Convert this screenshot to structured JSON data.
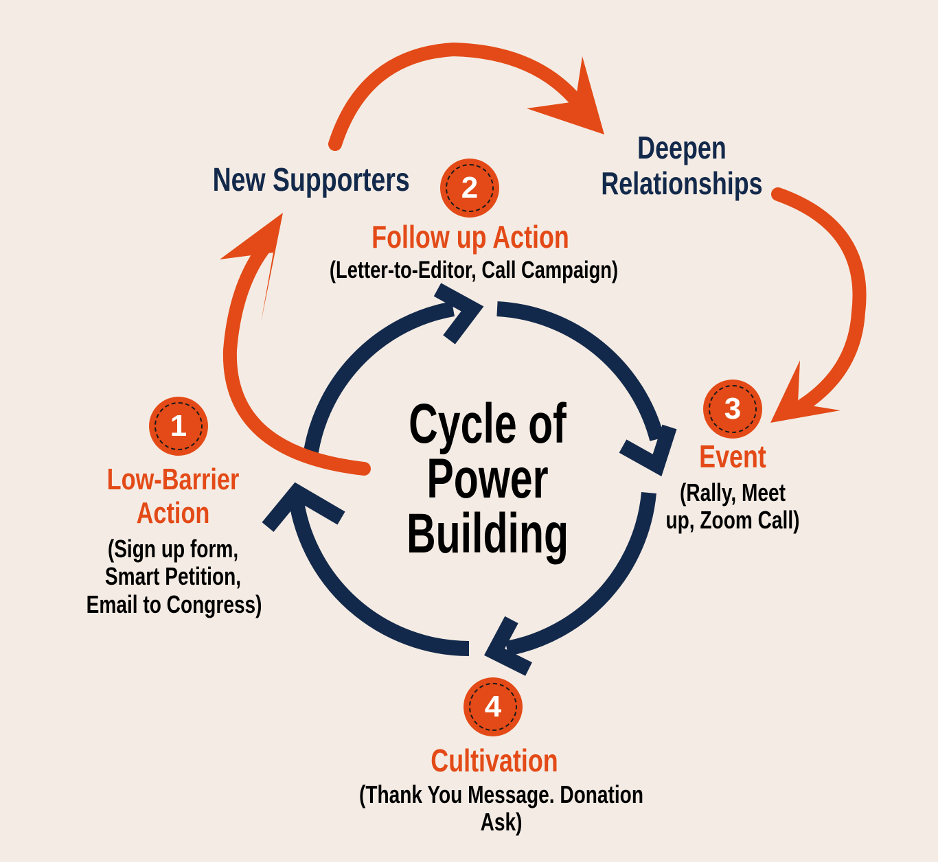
{
  "center_title": [
    "Cycle of",
    "Power",
    "Building"
  ],
  "outer_labels": {
    "new_supporters": "New Supporters",
    "deepen_relationships": [
      "Deepen",
      "Relationships"
    ]
  },
  "steps": [
    {
      "number": "1",
      "title": [
        "Low-Barrier",
        "Action"
      ],
      "details": [
        "(Sign up form,",
        "Smart Petition,",
        "Email to Congress)"
      ]
    },
    {
      "number": "2",
      "title": [
        "Follow up Action"
      ],
      "details": [
        "(Letter-to-Editor, Call Campaign)"
      ]
    },
    {
      "number": "3",
      "title": [
        "Event"
      ],
      "details": [
        "(Rally, Meet",
        "up, Zoom Call)"
      ]
    },
    {
      "number": "4",
      "title": [
        "Cultivation"
      ],
      "details": [
        "(Thank You Message. Donation",
        "Ask)"
      ]
    }
  ],
  "colors": {
    "background": "#f4ece4",
    "accent": "#e34a17",
    "navy": "#13294b",
    "text": "#000000"
  }
}
